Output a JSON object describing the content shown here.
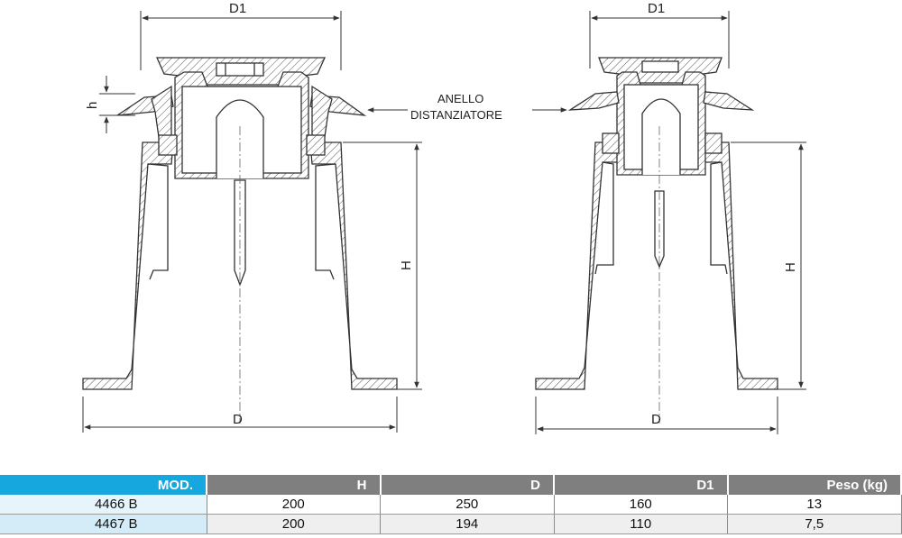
{
  "drawing": {
    "left_support": {
      "d1_label": "D1",
      "h_small_label": "h",
      "h_label": "H",
      "d_label": "D"
    },
    "right_support": {
      "d1_label": "D1",
      "h_label": "H",
      "d_label": "D"
    },
    "ring_callout": {
      "line1": "ANELLO",
      "line2": "DISTANZIATORE"
    }
  },
  "table": {
    "headers": [
      "MOD.",
      "H",
      "D",
      "D1",
      "Peso (kg)"
    ],
    "rows": [
      [
        "4466 B",
        "200",
        "250",
        "160",
        "13"
      ],
      [
        "4467 B",
        "200",
        "194",
        "110",
        "7,5"
      ]
    ]
  }
}
